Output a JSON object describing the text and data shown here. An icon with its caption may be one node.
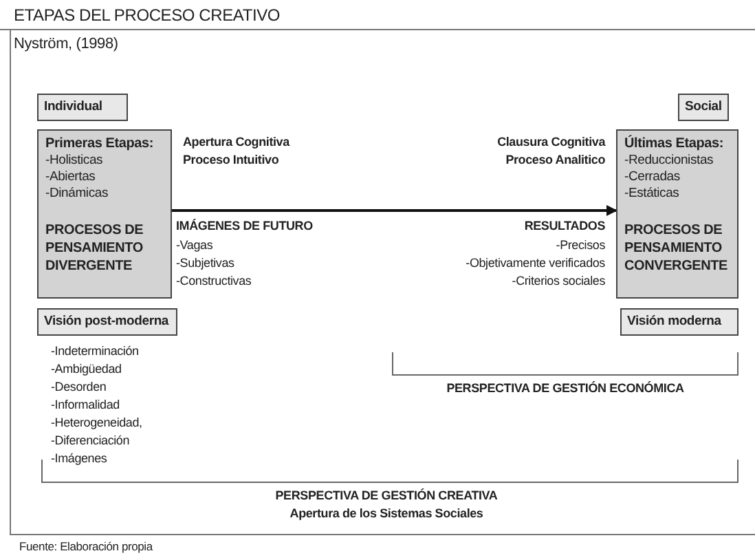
{
  "diagram": {
    "title": "ETAPAS DEL PROCESO CREATIVO",
    "caption": "Fuente: Elaboración propia",
    "nodes": [
      {
        "text": [
          "Individual"
        ]
      },
      {
        "text": [
          "Primeras Etapas:",
          "-Holisticas",
          "-Abiertas",
          "-Dinámicas",
          "PROCESOS DE PENSAMIENTO DIVERGENTE"
        ]
      },
      {
        "text": [
          "Visión post-moderna"
        ]
      },
      {
        "text": [
          "Social"
        ]
      },
      {
        "text": [
          "Últimas Etapas:",
          "-Reduccionistas",
          "-Cerradas",
          "-Estáticas",
          "PROCESOS DE PENSAMIENTO CONVERGENTE"
        ]
      },
      {
        "text": [
          "Visión moderna"
        ]
      }
    ],
    "edges": [
      {
        "from": 1,
        "to": 4,
        "arrow": "to"
      }
    ],
    "labels": [
      "Nyström, (1998)",
      "Apertura Cognitiva",
      "Proceso Intuitivo",
      "Clausura Cognitiva",
      "Proceso Analitico",
      "IMÁGENES DE FUTURO",
      "-Vagas",
      "-Subjetivas",
      "-Constructivas",
      "RESULTADOS",
      "-Precisos",
      "-Objetivamente verificados",
      "-Criterios sociales",
      "-Indeterminación",
      "-Ambigüedad",
      "-Desorden",
      "-Informalidad",
      "-Heterogeneidad,",
      "-Diferenciación",
      "-Imágenes",
      "PERSPECTIVA DE GESTIÓN ECONÓMICA",
      "PERSPECTIVA DE GESTIÓN CREATIVA",
      "Apertura de los Sistemas Sociales"
    ]
  }
}
